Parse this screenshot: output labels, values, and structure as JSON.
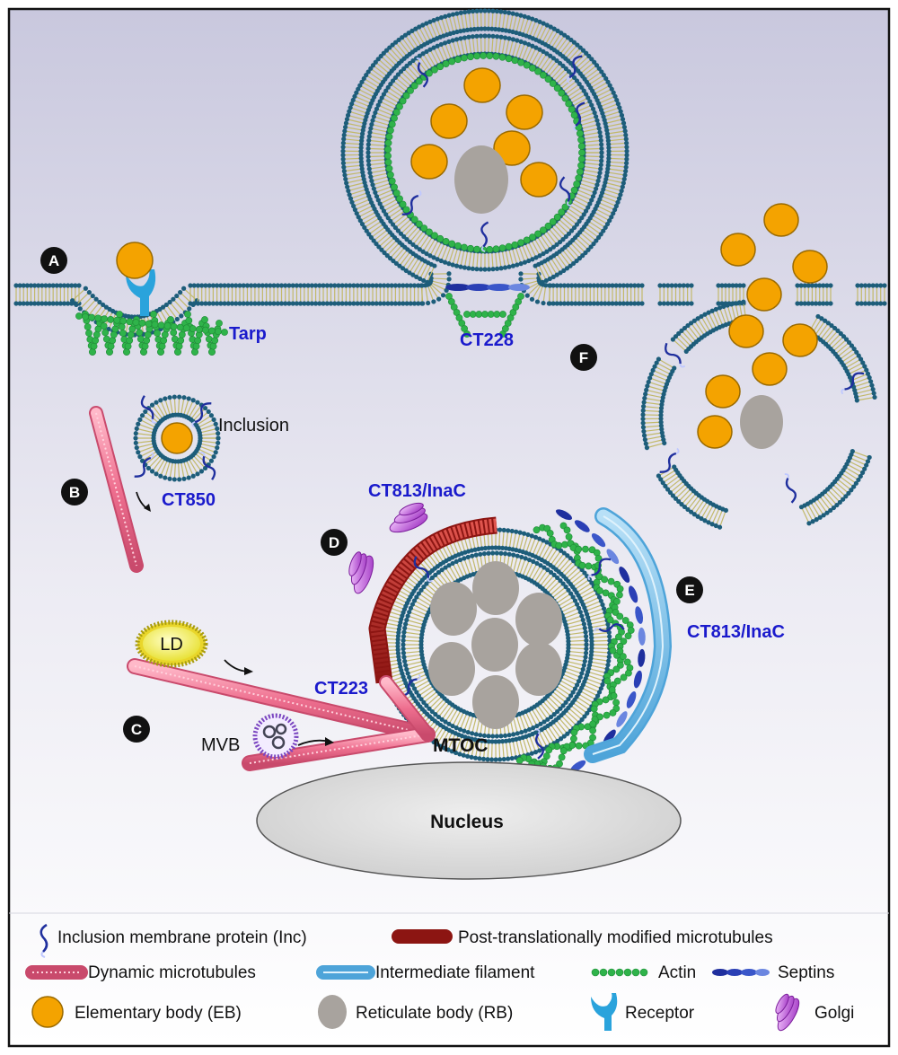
{
  "panels": {
    "A": {
      "badge": "A",
      "protein": "Tarp"
    },
    "B": {
      "badge": "B",
      "protein": "CT850",
      "inclusion_label": "Inclusion"
    },
    "C": {
      "badge": "C",
      "ld_label": "LD",
      "mvb_label": "MVB"
    },
    "D": {
      "badge": "D",
      "protein_top": "CT813/InaC",
      "protein_mid": "CT223"
    },
    "E": {
      "badge": "E",
      "protein": "CT813/InaC"
    },
    "F": {
      "badge": "F"
    },
    "center": {
      "protein": "CT228",
      "mtoc": "MTOC",
      "nucleus": "Nucleus"
    }
  },
  "legend": {
    "inc": "Inclusion membrane protein (Inc)",
    "ptm": "Post-translationally modified microtubules",
    "dyn": "Dynamic microtubules",
    "ifil": "Intermediate filament",
    "actin": "Actin",
    "septins": "Septins",
    "eb": "Elementary body (EB)",
    "rb": "Reticulate body (RB)",
    "receptor": "Receptor",
    "golgi": "Golgi"
  },
  "colors": {
    "eb": "#f4a300",
    "rb": "#a8a39e",
    "actin": "#2fb34a",
    "septin": "#1f2f9e",
    "ptm": "#b3201c",
    "dyn": "#f07a98",
    "ifil": "#7cc2ee",
    "membrane_head": "#1d5d7a",
    "protein_text": "#1a1acc",
    "golgi": "#b24bd1",
    "receptor": "#2aa3dc"
  }
}
